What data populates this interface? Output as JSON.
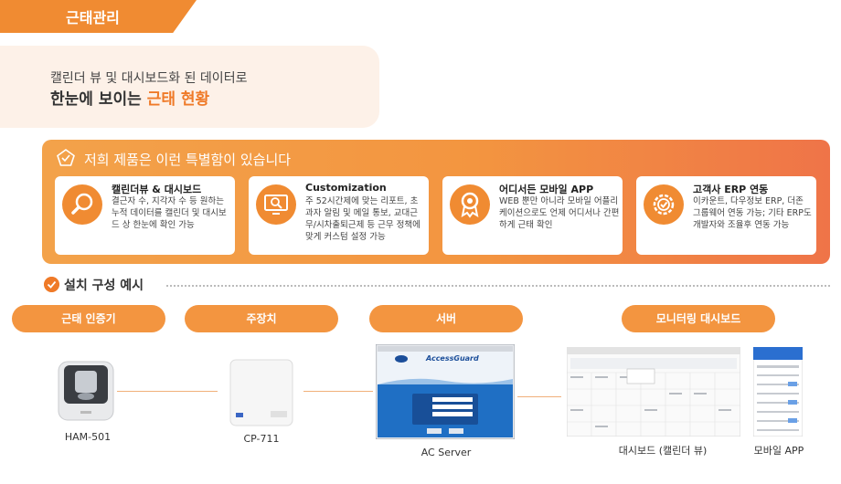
{
  "header": {
    "tag": "근태관리"
  },
  "intro": {
    "line1": "캘린더 뷰 및 대시보드화 된 데이터로",
    "line2_pre": "한눈에 보이는 ",
    "line2_highlight": "근태 현황"
  },
  "features": {
    "title": "저희 제품은 이런 특별함이 있습니다",
    "cards": [
      {
        "icon": "search-icon",
        "title": "캘린더뷰 & 대시보드",
        "desc": "결근자 수, 지각자 수 등 원하는 누적 데이터를 캘린더 및 대시보드 상 한눈에 확인 가능"
      },
      {
        "icon": "monitor-search-icon",
        "title": "Customization",
        "desc": "주 52시간제에 맞는 리포트, 초과자 알림 및 메일 통보, 교대근무/시차출퇴근제 등 근무 정책에 맞게 커스텀 설정 가능"
      },
      {
        "icon": "badge-icon",
        "title": "어디서든 모바일 APP",
        "desc": "WEB 뿐만 아니라 모바일 어플리케이션으로도 언제 어디서나 간편하게 근태 확인"
      },
      {
        "icon": "check-gear-icon",
        "title": "고객사 ERP 연동",
        "desc": "이카운트, 다우정보 ERP, 더존 그룹웨어 연동 가능; 기타 ERP도 개발자와 조율후 연동 가능"
      }
    ]
  },
  "install": {
    "title": "설치 구성 예시",
    "stages": [
      "근태 인증기",
      "주장치",
      "서버",
      "모니터링 대시보드"
    ],
    "devices": {
      "reader": "HAM-501",
      "controller": "CP-711",
      "server": "AC Server",
      "dashboard": "대시보드 (캘린더 뷰)",
      "mobile": "모바일 APP",
      "server_brand": "AccessGuard"
    }
  },
  "colors": {
    "accent": "#f08b32",
    "accent_dark": "#ef7a28",
    "pale": "#fdf1e8"
  }
}
